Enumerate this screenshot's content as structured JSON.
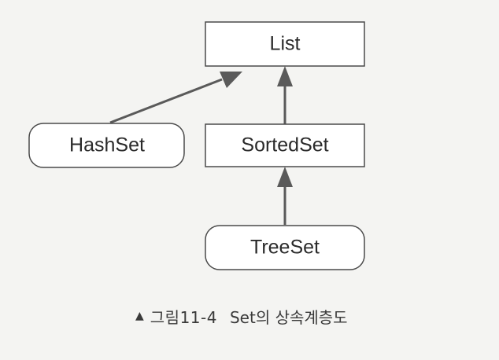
{
  "diagram": {
    "nodes": {
      "list": {
        "label": "List",
        "shape": "rectangle"
      },
      "hashset": {
        "label": "HashSet",
        "shape": "rounded"
      },
      "sortedset": {
        "label": "SortedSet",
        "shape": "rectangle"
      },
      "treeset": {
        "label": "TreeSet",
        "shape": "rounded"
      }
    },
    "edges": [
      {
        "from": "HashSet",
        "to": "List"
      },
      {
        "from": "SortedSet",
        "to": "List"
      },
      {
        "from": "TreeSet",
        "to": "SortedSet"
      }
    ]
  },
  "caption": {
    "icon": "black-up-triangle-icon",
    "number": "그림11-4",
    "text": "Set의 상속계층도"
  },
  "colors": {
    "background": "#f4f4f2",
    "box_stroke": "#4a4a4a",
    "arrow": "#5a5a5a",
    "text": "#2a2a2a"
  }
}
